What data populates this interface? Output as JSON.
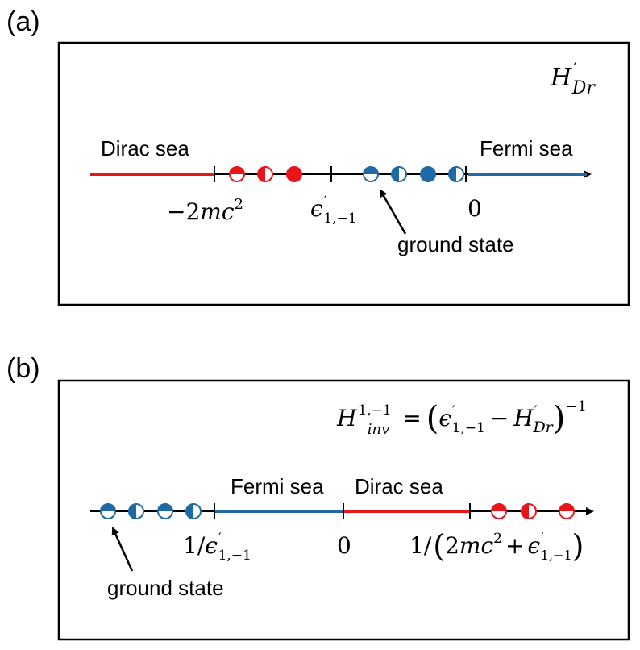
{
  "colors": {
    "red": "#e8161b",
    "blue": "#1f6aa5",
    "black": "#000000"
  },
  "panel_a": {
    "label": "(a)",
    "hamiltonian": {
      "base": "H",
      "prime": "′",
      "sub": "Dr"
    },
    "dirac_sea_label": "Dirac sea",
    "fermi_sea_label": "Fermi sea",
    "tick_labels": {
      "left": {
        "prefix": "−2",
        "var": "mc",
        "sup": "2"
      },
      "mid": {
        "base": "ϵ",
        "prime": "′",
        "sub": "1,−1"
      },
      "right": "0"
    },
    "ground_state_label": "ground state"
  },
  "panel_b": {
    "label": "(b)",
    "formula": {
      "lhs_base": "H",
      "lhs_sup": "1,−1",
      "lhs_sub": "inv",
      "eq": "=",
      "eps_base": "ϵ",
      "eps_prime": "′",
      "eps_sub": "1,−1",
      "minus": "−",
      "h_base": "H",
      "h_prime": "′",
      "h_sub": "Dr",
      "exp": "−1"
    },
    "fermi_sea_label": "Fermi sea",
    "dirac_sea_label": "Dirac sea",
    "tick_labels": {
      "left": {
        "prefix": "1/",
        "base": "ϵ",
        "prime": "′",
        "sub": "1,−1"
      },
      "mid": "0",
      "right": {
        "prefix": "1/",
        "two": "2",
        "var": "mc",
        "sup": "2",
        "plus": "+",
        "base": "ϵ",
        "prime": "′",
        "sub": "1,−1"
      }
    },
    "ground_state_label": "ground state"
  }
}
